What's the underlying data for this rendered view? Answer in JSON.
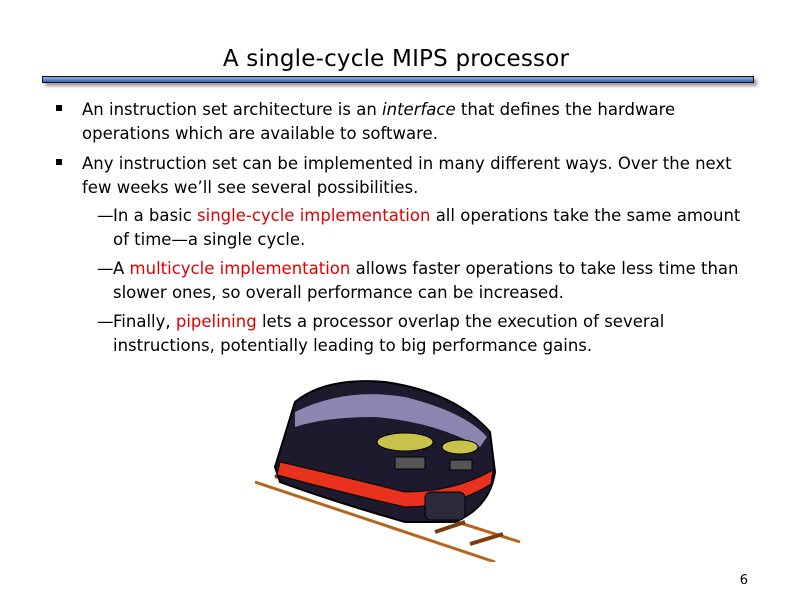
{
  "title": "A single-cycle MIPS processor",
  "bullets": [
    {
      "pre": "An instruction set architecture is an ",
      "em": "interface",
      "post": " that defines the hardware operations which are available to software."
    },
    {
      "text": "Any instruction set can be implemented in many different ways. Over the next few weeks we’ll see several possibilities."
    }
  ],
  "subbullets": [
    {
      "pre": "In a basic ",
      "hl": "single-cycle implementation",
      "post": " all operations take the same amount of time—a single cycle."
    },
    {
      "pre": "A ",
      "hl": "multicycle implementation",
      "post": " allows faster operations to take less time than slower ones, so overall performance can be increased."
    },
    {
      "pre": "Finally, ",
      "hl": "pipelining",
      "post": " lets a processor overlap the execution of several instructions, potentially leading to big performance gains."
    }
  ],
  "dash": "—",
  "page_number": "6",
  "colors": {
    "highlight": "#e00000",
    "bar": "#3b5fb5"
  }
}
